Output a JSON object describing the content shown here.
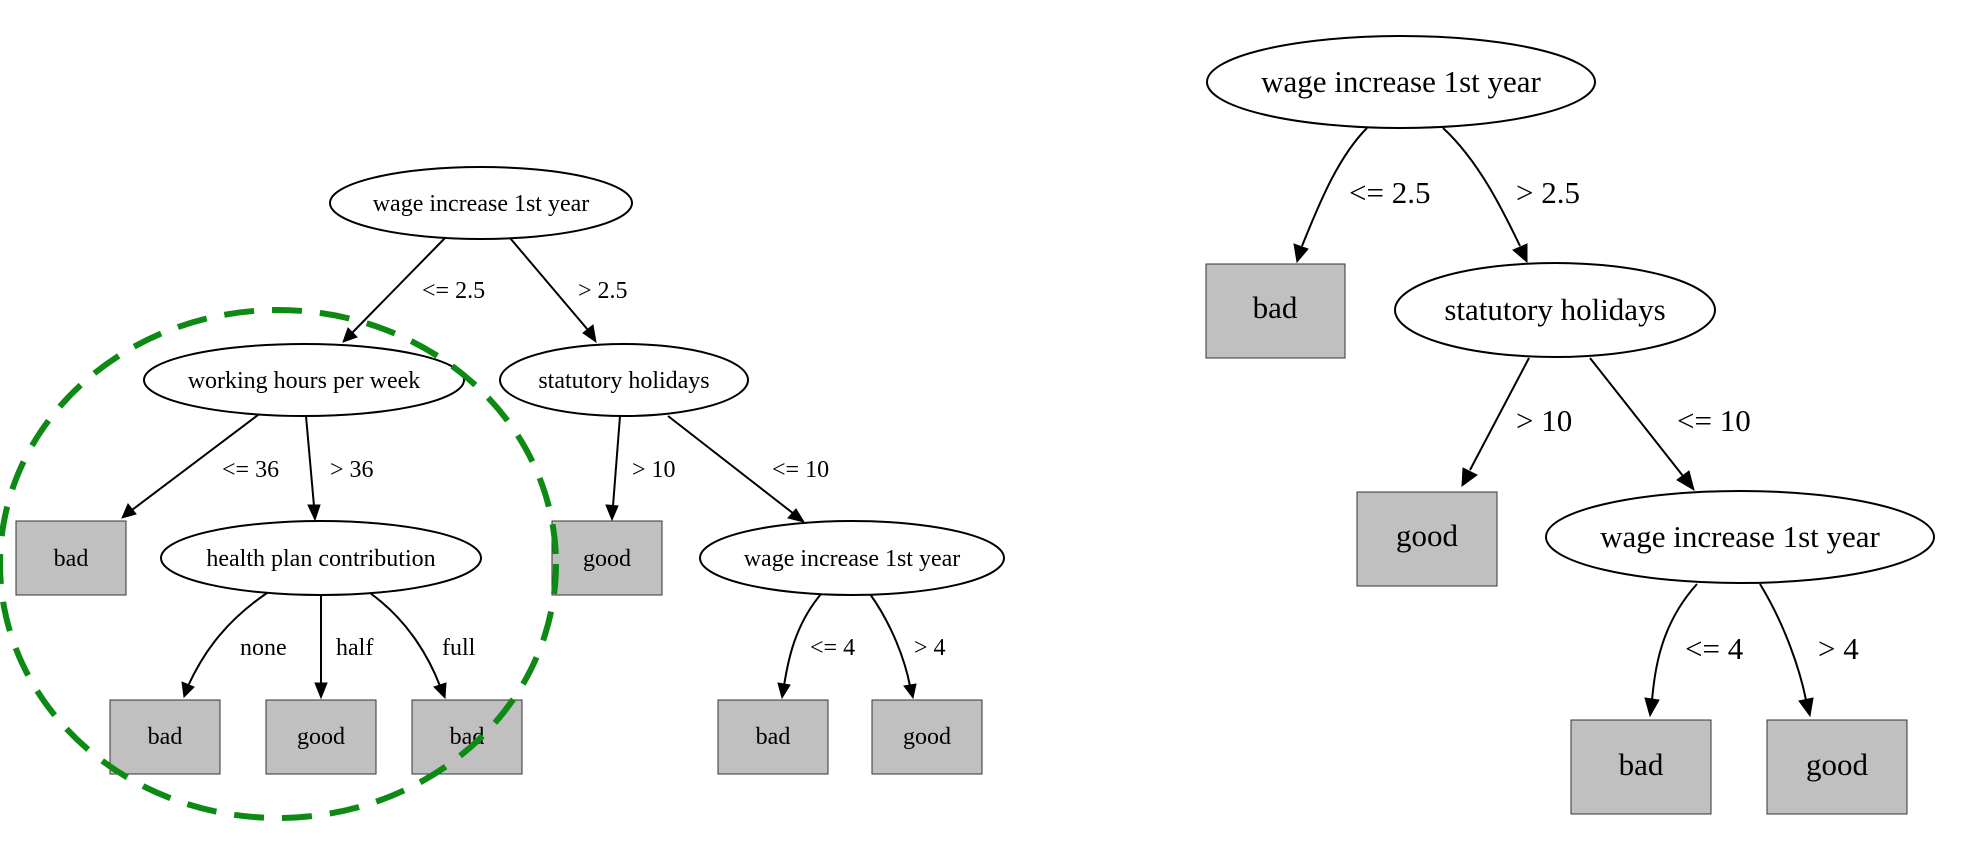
{
  "pruned_subtree_highlight_color": "#0d8a14",
  "left_tree": {
    "root": "wage increase 1st year",
    "root_left_edge": "<= 2.5",
    "root_right_edge": "> 2.5",
    "working_hours": "working hours per week",
    "wh_left_edge": "<= 36",
    "wh_right_edge": "> 36",
    "wh_leaf": "bad",
    "health_plan": "health plan contribution",
    "hp_edge_none": "none",
    "hp_edge_half": "half",
    "hp_edge_full": "full",
    "hp_leaf_none": "bad",
    "hp_leaf_half": "good",
    "hp_leaf_full": "bad",
    "statutory": "statutory holidays",
    "st_left_edge": "> 10",
    "st_right_edge": "<= 10",
    "st_leaf": "good",
    "wage2": "wage increase 1st year",
    "w2_left_edge": "<= 4",
    "w2_right_edge": "> 4",
    "w2_leaf_left": "bad",
    "w2_leaf_right": "good"
  },
  "right_tree": {
    "root": "wage increase 1st year",
    "root_left_edge": "<= 2.5",
    "root_right_edge": "> 2.5",
    "root_leaf": "bad",
    "statutory": "statutory holidays",
    "st_left_edge": "> 10",
    "st_right_edge": "<= 10",
    "st_leaf": "good",
    "wage2": "wage increase 1st year",
    "w2_left_edge": "<= 4",
    "w2_right_edge": "> 4",
    "w2_leaf_left": "bad",
    "w2_leaf_right": "good"
  }
}
